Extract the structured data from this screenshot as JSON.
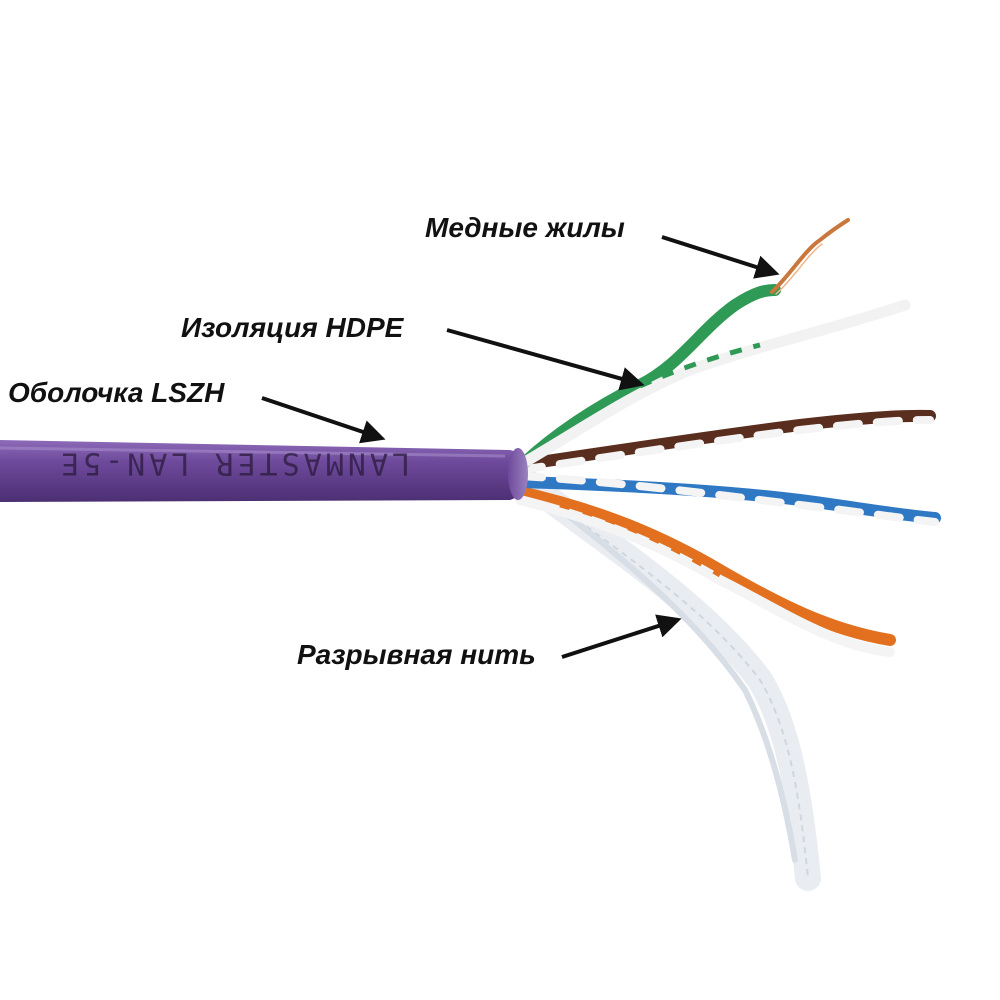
{
  "labels": {
    "copper": "Медные жилы",
    "insulation": "Изоляция HDPE",
    "sheath": "Оболочка LSZH",
    "ripcord": "Разрывная нить"
  },
  "jacket_marking": "LANMASTER LAN-5E",
  "colors": {
    "jacket": "#6f4a9c",
    "green": "#2f9a55",
    "brown": "#5a2e1e",
    "blue": "#2f78c4",
    "orange": "#e2701f",
    "white": "#f2f2f2",
    "copper": "#c9773d",
    "arrow": "#111111"
  }
}
